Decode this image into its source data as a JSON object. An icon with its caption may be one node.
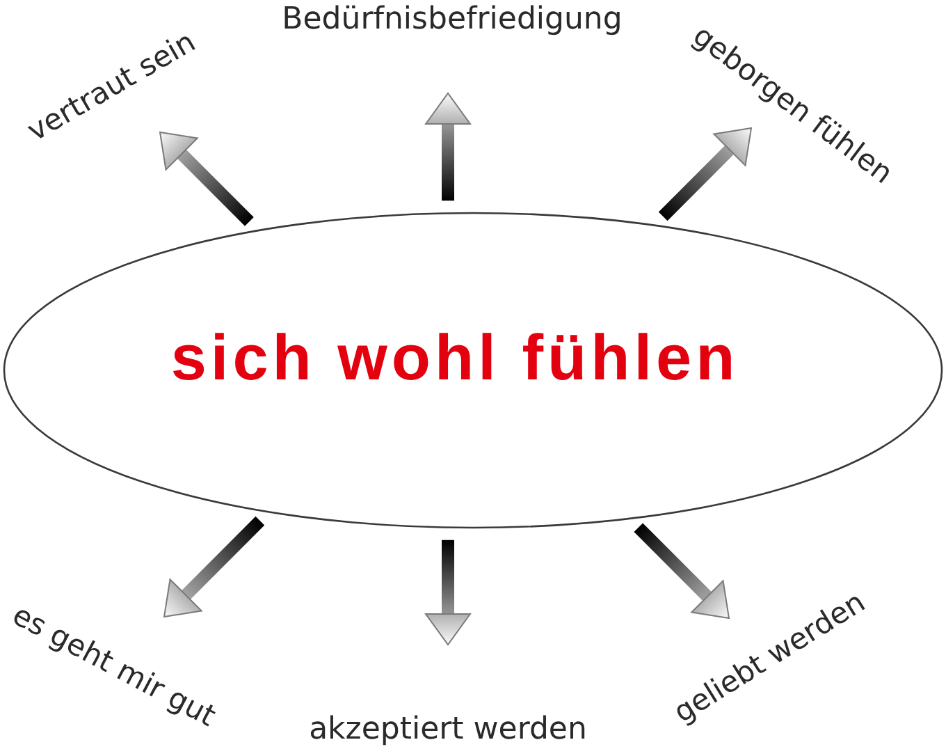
{
  "diagram": {
    "nodes": [
      {
        "text": [
          "vertraut sein"
        ]
      },
      {
        "text": [
          "Bedürfnisbefriedigung"
        ]
      },
      {
        "text": [
          "geborgen fühlen"
        ]
      },
      {
        "text": [
          "sich wohl fühlen"
        ]
      },
      {
        "text": [
          "es geht mir gut"
        ]
      },
      {
        "text": [
          "akzeptiert werden"
        ]
      },
      {
        "text": [
          "geliebt werden"
        ]
      }
    ],
    "edges": [
      {
        "from": 3,
        "to": 0,
        "arrow": "to"
      },
      {
        "from": 3,
        "to": 1,
        "arrow": "to"
      },
      {
        "from": 3,
        "to": 2,
        "arrow": "to"
      },
      {
        "from": 3,
        "to": 4,
        "arrow": "to"
      },
      {
        "from": 3,
        "to": 5,
        "arrow": "to"
      },
      {
        "from": 3,
        "to": 6,
        "arrow": "to"
      }
    ]
  }
}
